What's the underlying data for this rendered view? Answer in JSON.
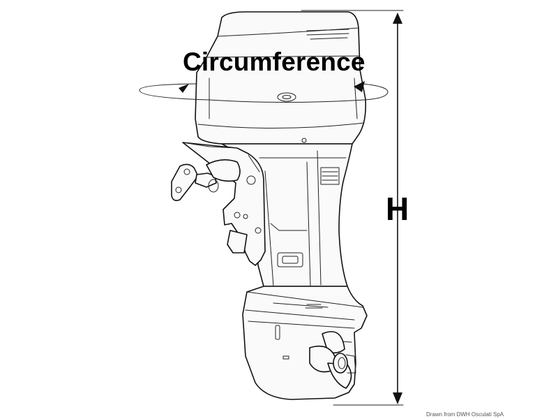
{
  "diagram": {
    "labels": {
      "circumference": "Circumference",
      "height": "H"
    },
    "credit": "Drawn from DWH Osculati SpA"
  },
  "colors": {
    "line": "#111111",
    "background": "#ffffff"
  },
  "icons": {
    "height_arrow": "double-arrow-vertical",
    "circumference_arrows": "curved-arrow-pair"
  }
}
